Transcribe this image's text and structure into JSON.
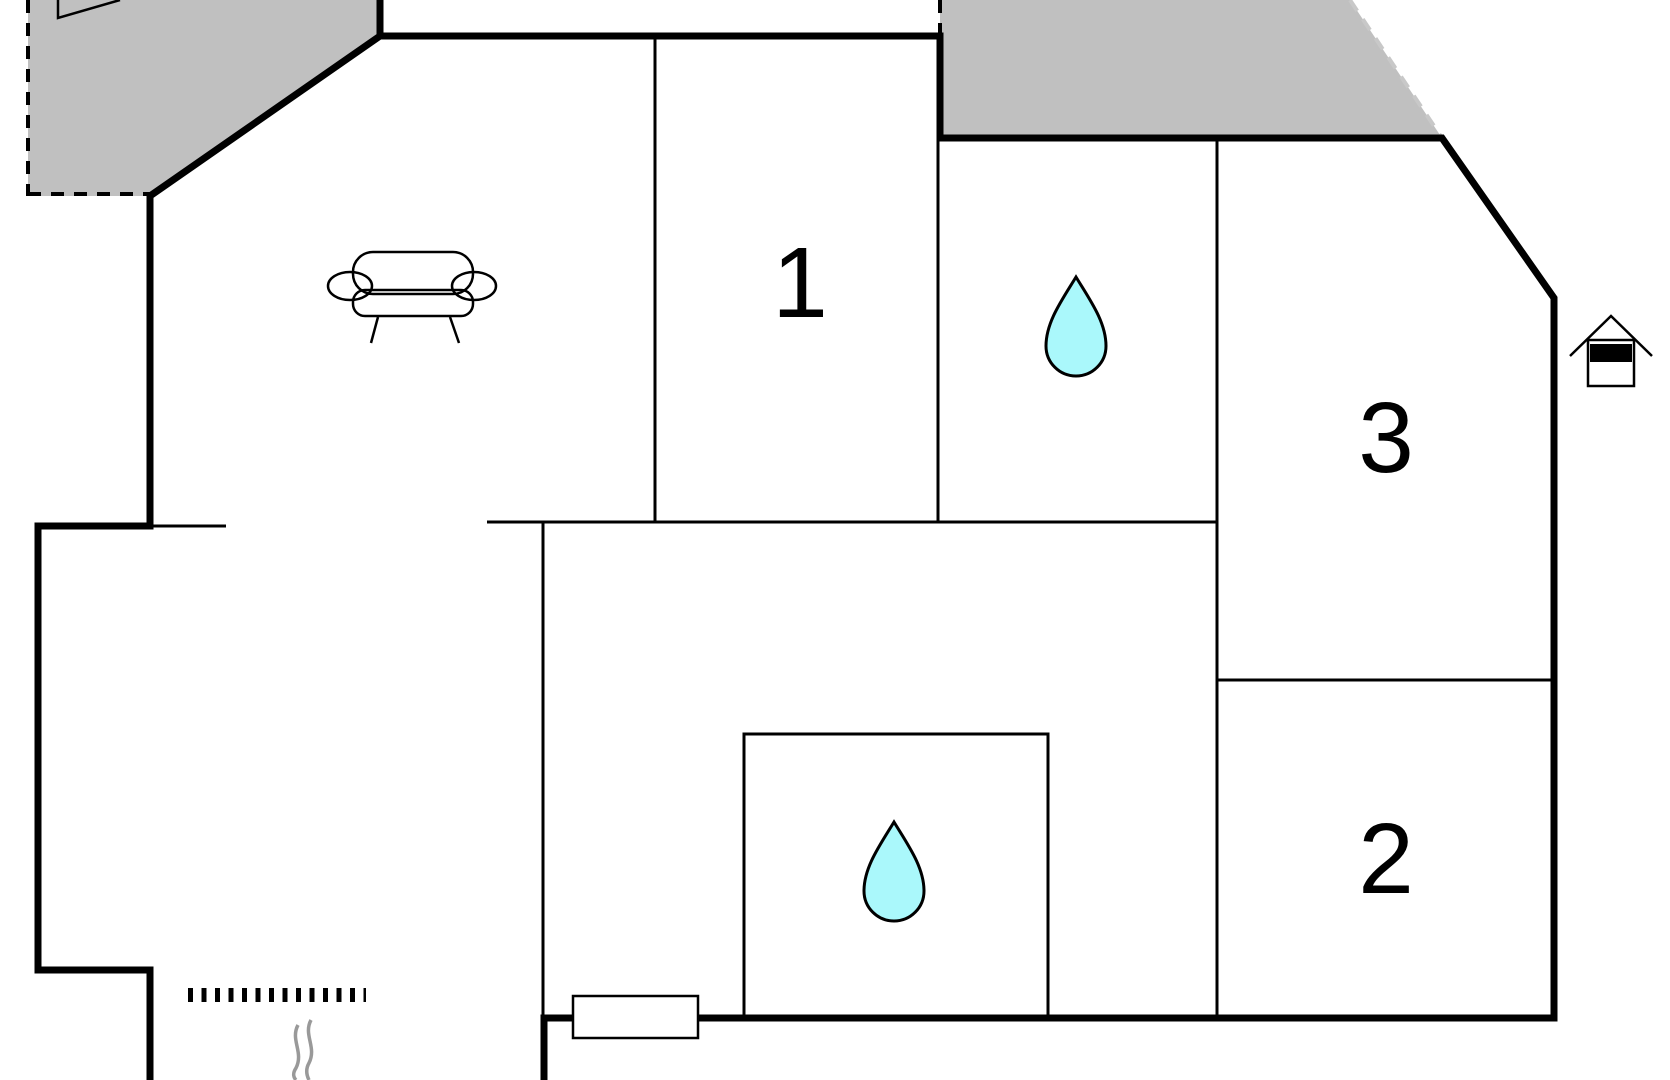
{
  "rooms": [
    {
      "label": "1"
    },
    {
      "label": "2"
    },
    {
      "label": "3"
    }
  ],
  "colors": {
    "wall": "#000000",
    "terrace": "#c0c0c0",
    "water": "#aaf8fb",
    "background": "#ffffff"
  },
  "icons": [
    "sofa-icon",
    "water-drop-icon",
    "water-drop-icon",
    "house-entrance-icon",
    "fireplace-icon",
    "heat-wave-icon",
    "radiator-icon"
  ]
}
